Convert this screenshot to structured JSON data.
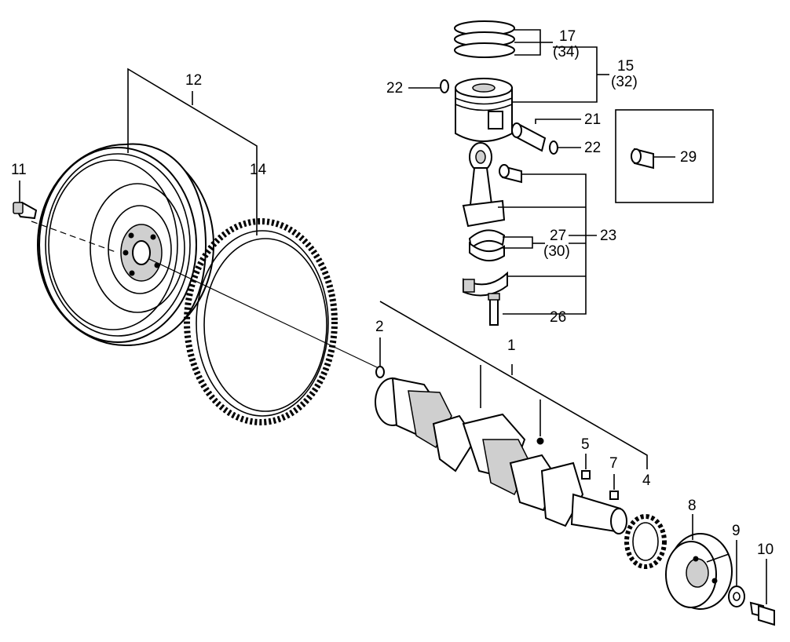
{
  "callouts": {
    "c1": "1",
    "c2": "2",
    "c4": "4",
    "c5": "5",
    "c7": "7",
    "c8": "8",
    "c9": "9",
    "c10": "10",
    "c11": "11",
    "c12": "12",
    "c14": "14",
    "c15": "15",
    "c15b": "(32)",
    "c17": "17",
    "c17b": "(34)",
    "c21": "21",
    "c22a": "22",
    "c22b": "22",
    "c23": "23",
    "c26": "26",
    "c27": "27",
    "c27b": "(30)",
    "c29": "29"
  }
}
